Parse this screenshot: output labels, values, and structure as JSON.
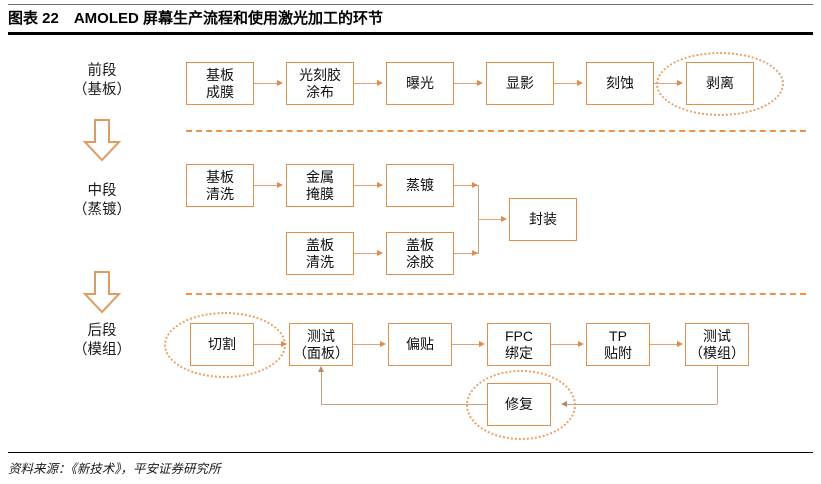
{
  "header": {
    "figure_label": "图表 22",
    "title": "AMOLED 屏幕生产流程和使用激光加工的环节",
    "full_title": "图表 22　AMOLED 屏幕生产流程和使用激光加工的环节"
  },
  "footer": {
    "source": "资料来源：《新技术》，平安证券研究所"
  },
  "colors": {
    "box_border": "#E0904B",
    "connector": "#E2A273",
    "highlight_ellipse": "#E5A468",
    "separator": "#E8944A",
    "title_rule": "#000000",
    "text": "#111111"
  },
  "stages": [
    {
      "id": "front",
      "line1": "前段",
      "line2": "（基板）"
    },
    {
      "id": "middle",
      "line1": "中段",
      "line2": "（蒸镀）"
    },
    {
      "id": "back",
      "line1": "后段",
      "line2": "（模组）"
    }
  ],
  "stage_arrows": [
    {
      "id": "arrow-front-to-middle",
      "icon": "down-block-arrow"
    },
    {
      "id": "arrow-middle-to-back",
      "icon": "down-block-arrow"
    }
  ],
  "separators": [
    {
      "id": "sep-front-middle"
    },
    {
      "id": "sep-middle-back"
    }
  ],
  "front_stage": {
    "nodes": [
      {
        "id": "substrate-film",
        "label": "基板\n成膜",
        "laser": false
      },
      {
        "id": "photoresist-coating",
        "label": "光刻胶\n涂布",
        "laser": false
      },
      {
        "id": "exposure",
        "label": "曝光",
        "laser": false
      },
      {
        "id": "develop",
        "label": "显影",
        "laser": false
      },
      {
        "id": "etch",
        "label": "刻蚀",
        "laser": false
      },
      {
        "id": "lift-off",
        "label": "剥离",
        "laser": true
      }
    ]
  },
  "middle_stage": {
    "nodes_top": [
      {
        "id": "substrate-clean",
        "label": "基板\n清洗",
        "laser": false
      },
      {
        "id": "metal-mask",
        "label": "金属\n掩膜",
        "laser": false
      },
      {
        "id": "evaporation",
        "label": "蒸镀",
        "laser": false
      }
    ],
    "nodes_bottom": [
      {
        "id": "cover-clean",
        "label": "盖板\n清洗",
        "laser": false
      },
      {
        "id": "cover-glue",
        "label": "盖板\n涂胶",
        "laser": false
      }
    ],
    "merge_node": {
      "id": "encapsulation",
      "label": "封装",
      "laser": false
    }
  },
  "back_stage": {
    "nodes": [
      {
        "id": "cutting",
        "label": "切割",
        "laser": true
      },
      {
        "id": "test-panel",
        "label": "测试\n（面板）",
        "laser": false
      },
      {
        "id": "polarizer-attach",
        "label": "偏贴",
        "laser": false
      },
      {
        "id": "fpc-bonding",
        "label": "FPC\n绑定",
        "laser": false
      },
      {
        "id": "tp-attach",
        "label": "TP\n贴附",
        "laser": false
      },
      {
        "id": "test-module",
        "label": "测试\n（模组）",
        "laser": false
      }
    ],
    "feedback_node": {
      "id": "repair",
      "label": "修复",
      "laser": true
    }
  }
}
